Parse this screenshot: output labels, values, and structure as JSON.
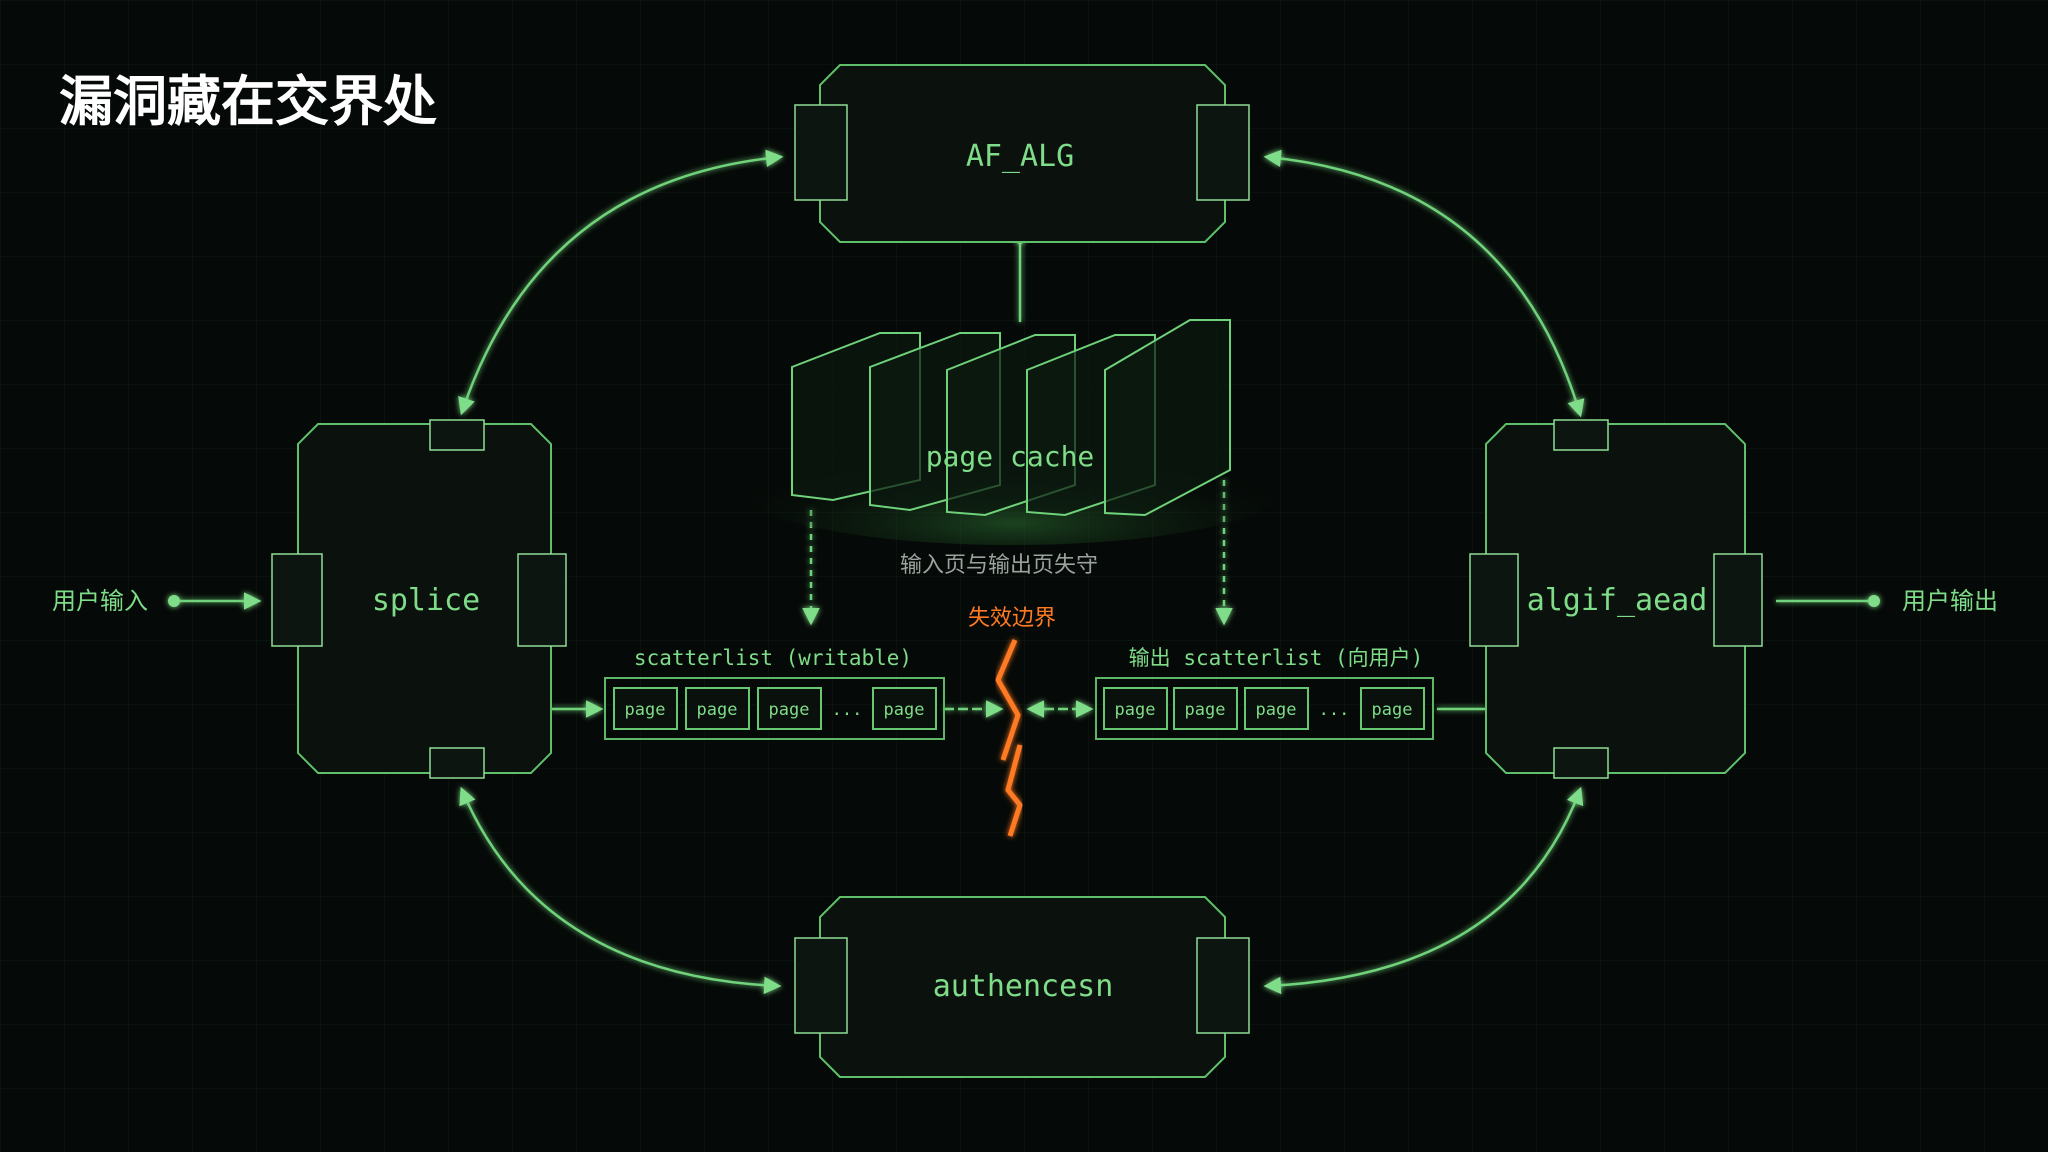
{
  "title": "漏洞藏在交界处",
  "nodes": {
    "af_alg": "AF_ALG",
    "splice": "splice",
    "algif_aead": "algif_aead",
    "authencesn": "authencesn",
    "page_cache": "page cache"
  },
  "page_cache_caption": "输入页与输出页失守",
  "failure_boundary": "失效边界",
  "user_input": "用户输入",
  "user_output": "用户输出",
  "left_scatterlist": {
    "label": "scatterlist (writable)",
    "items": [
      "page",
      "page",
      "page",
      "...",
      "page"
    ]
  },
  "right_scatterlist": {
    "label": "输出 scatterlist (向用户)",
    "items": [
      "page",
      "page",
      "page",
      "...",
      "page"
    ]
  },
  "colors": {
    "accent": "#6fd27a",
    "warning": "#ff7a22",
    "background": "#050907"
  }
}
